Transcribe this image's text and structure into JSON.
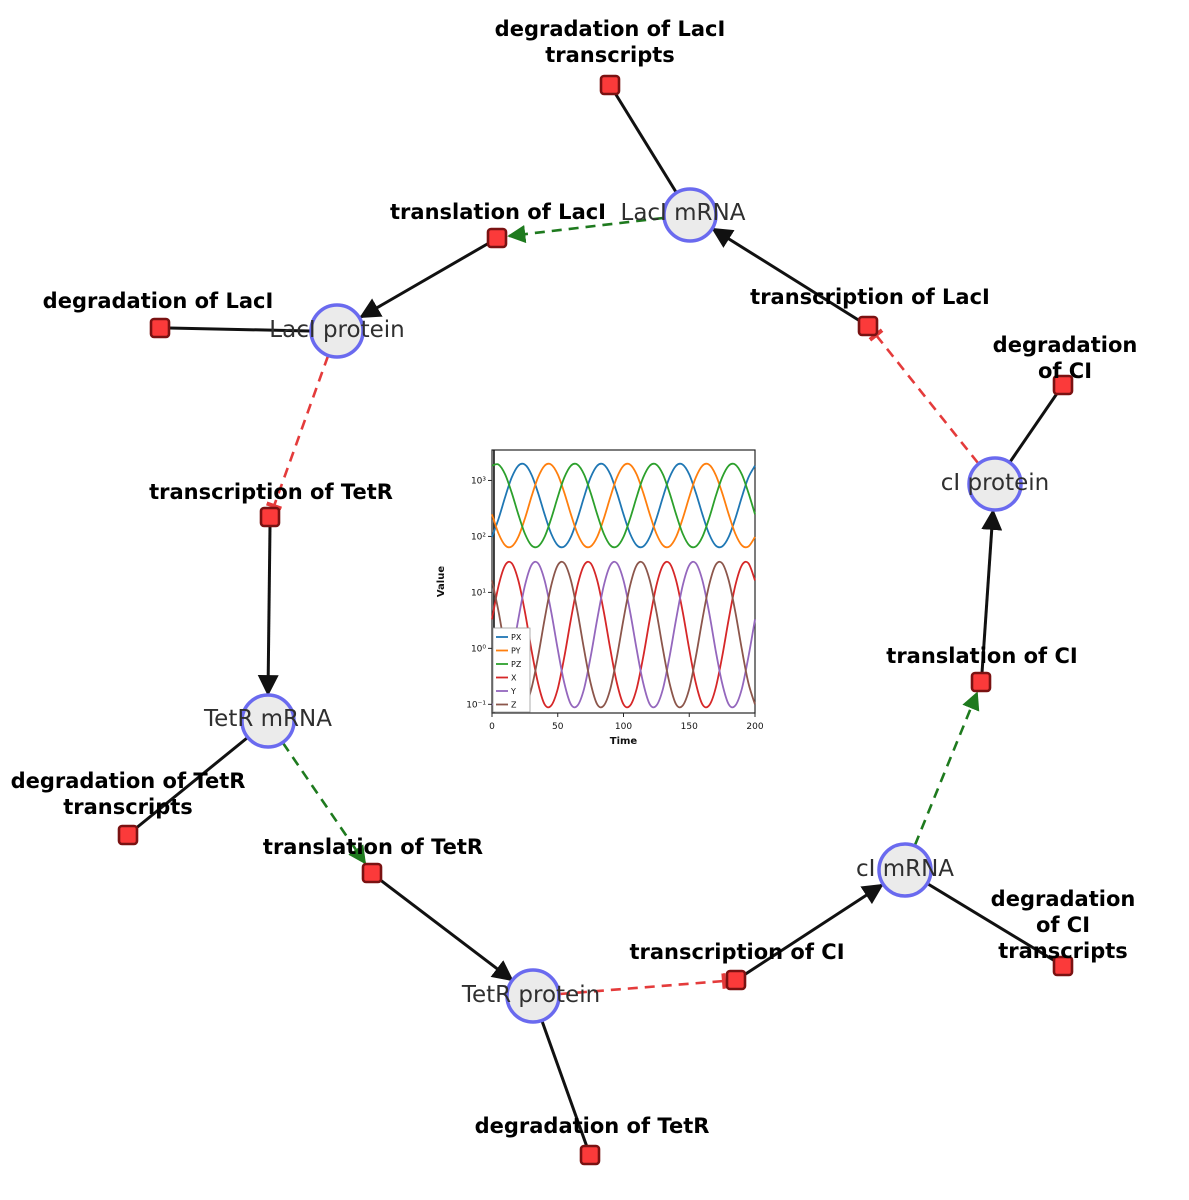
{
  "diagram": {
    "species": {
      "laci_mrna": "LacI mRNA",
      "laci_protein": "LacI protein",
      "tetr_mrna": "TetR mRNA",
      "tetr_protein": "TetR protein",
      "ci_mrna": "cI mRNA",
      "ci_protein": "cI protein"
    },
    "reactions": {
      "deg_laci_transcripts": "degradation of LacI\ntranscripts",
      "translation_laci": "translation of LacI",
      "transcription_laci": "transcription of LacI",
      "deg_laci": "degradation of LacI",
      "deg_ci": "degradation of CI",
      "transcription_tetr": "transcription of TetR",
      "translation_ci": "translation of CI",
      "deg_tetr_transcripts": "degradation of TetR\ntranscripts",
      "translation_tetr": "translation of TetR",
      "transcription_ci": "transcription of CI",
      "deg_ci_transcripts": "degradation of CI\ntranscripts",
      "deg_tetr": "degradation of TetR"
    },
    "colors": {
      "species_fill": "#ebebeb",
      "species_stroke": "#6a6aef",
      "reaction_fill": "#fb3a3a",
      "reaction_stroke": "#7a1212",
      "edge": "#111111",
      "activation": "#1e7a1e",
      "inhibition": "#e43b3b"
    }
  },
  "chart_data": {
    "type": "line",
    "title": "",
    "xlabel": "Time",
    "ylabel": "Value",
    "x_range": [
      0,
      200
    ],
    "y_scale": "log",
    "y_range": [
      0.07,
      3500
    ],
    "xticks": [
      0,
      50,
      100,
      150,
      200
    ],
    "yticks": {
      "values": [
        0.1,
        1,
        10,
        100,
        1000
      ],
      "labels": [
        "10⁻¹",
        "10⁰",
        "10¹",
        "10²",
        "10³"
      ]
    },
    "legend_position": "lower left",
    "grid": false,
    "x": [
      0,
      5,
      10,
      15,
      20,
      25,
      30,
      35,
      40,
      45,
      50,
      55,
      60,
      65,
      70,
      75,
      80,
      85,
      90,
      95,
      100,
      105,
      110,
      115,
      120,
      125,
      130,
      135,
      140,
      145,
      150,
      155,
      160,
      165,
      170,
      175,
      180,
      185,
      190,
      195,
      200
    ],
    "series": [
      {
        "name": "PX",
        "color": "#1f77b4",
        "values": [
          98,
          208,
          508,
          1127,
          1833,
          1922,
          1280,
          605,
          248,
          112,
          69,
          66,
          98,
          208,
          508,
          1127,
          1833,
          1922,
          1280,
          605,
          248,
          112,
          69,
          66,
          98,
          208,
          508,
          1127,
          1833,
          1922,
          1280,
          605,
          248,
          112,
          69,
          66,
          98,
          208,
          508,
          1127,
          1833
        ]
      },
      {
        "name": "PY",
        "color": "#ff7f0e",
        "values": [
          248,
          112,
          69,
          66,
          98,
          208,
          508,
          1127,
          1833,
          1922,
          1280,
          605,
          248,
          112,
          69,
          66,
          98,
          208,
          508,
          1127,
          1833,
          1922,
          1280,
          605,
          248,
          112,
          69,
          66,
          98,
          208,
          508,
          1127,
          1833,
          1922,
          1280,
          605,
          248,
          112,
          69,
          66,
          98
        ]
      },
      {
        "name": "PZ",
        "color": "#2ca02c",
        "values": [
          1833,
          1922,
          1280,
          605,
          248,
          112,
          69,
          66,
          98,
          208,
          508,
          1127,
          1833,
          1922,
          1280,
          605,
          248,
          112,
          69,
          66,
          98,
          208,
          508,
          1127,
          1833,
          1922,
          1280,
          605,
          248,
          112,
          69,
          66,
          98,
          208,
          508,
          1127,
          1833,
          1922,
          1280,
          605,
          248
        ]
      },
      {
        "name": "X",
        "color": "#d62728",
        "values": [
          3.3,
          13.2,
          30.6,
          33.2,
          16.4,
          4.5,
          0.95,
          0.24,
          0.1,
          0.095,
          0.19,
          0.7,
          3.3,
          13.2,
          30.6,
          33.2,
          16.4,
          4.5,
          0.95,
          0.24,
          0.1,
          0.095,
          0.19,
          0.7,
          3.3,
          13.2,
          30.6,
          33.2,
          16.4,
          4.5,
          0.95,
          0.24,
          0.1,
          0.095,
          0.19,
          0.7,
          3.3,
          13.2,
          30.6,
          33.2,
          16.4
        ]
      },
      {
        "name": "Y",
        "color": "#9467bd",
        "values": [
          0.1,
          0.095,
          0.19,
          0.7,
          3.3,
          13.2,
          30.6,
          33.2,
          16.4,
          4.5,
          0.95,
          0.24,
          0.1,
          0.095,
          0.19,
          0.7,
          3.3,
          13.2,
          30.6,
          33.2,
          16.4,
          4.5,
          0.95,
          0.24,
          0.1,
          0.095,
          0.19,
          0.7,
          3.3,
          13.2,
          30.6,
          33.2,
          16.4,
          4.5,
          0.95,
          0.24,
          0.1,
          0.095,
          0.19,
          0.7,
          3.3
        ]
      },
      {
        "name": "Z",
        "color": "#8c564b",
        "values": [
          16.4,
          4.5,
          0.95,
          0.24,
          0.1,
          0.095,
          0.19,
          0.7,
          3.3,
          13.2,
          30.6,
          33.2,
          16.4,
          4.5,
          0.95,
          0.24,
          0.1,
          0.095,
          0.19,
          0.7,
          3.3,
          13.2,
          30.6,
          33.2,
          16.4,
          4.5,
          0.95,
          0.24,
          0.1,
          0.095,
          0.19,
          0.7,
          3.3,
          13.2,
          30.6,
          33.2,
          16.4,
          4.5,
          0.95,
          0.24,
          0.1
        ]
      }
    ]
  }
}
